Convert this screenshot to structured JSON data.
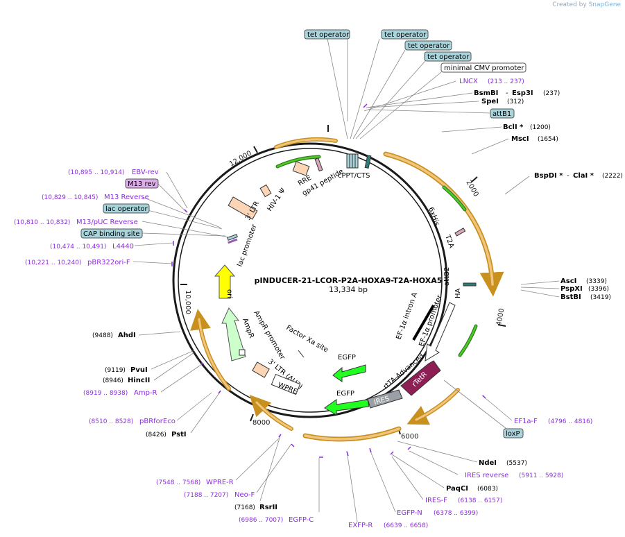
{
  "credit": {
    "prefix": "Created by",
    "brand": "SnapGene"
  },
  "plasmid": {
    "name": "pINDUCER-21-LCOR-P2A-HOXA9-T2A-HOXA5",
    "length": "13,334 bp",
    "total_bp": 13334
  },
  "ticks": [
    "2000",
    "4000",
    "6000",
    "8000",
    "10,000",
    "12,000"
  ],
  "top_labels": [
    {
      "text": "tet operator",
      "style": "blue"
    },
    {
      "text": "tet operator",
      "style": "blue"
    },
    {
      "text": "tet operator",
      "style": "blue"
    },
    {
      "text": "tet operator",
      "style": "blue"
    },
    {
      "text": "minimal CMV promoter",
      "style": "white"
    }
  ],
  "right_labels": [
    {
      "name": "LNCX",
      "range": "(213 .. 237)",
      "kind": "primer"
    },
    {
      "name": "BsmBI",
      "name2": "Esp3I",
      "pos": "(237)",
      "kind": "enzyme"
    },
    {
      "name": "SpeI",
      "pos": "(312)",
      "kind": "enzyme"
    },
    {
      "name": "attB1",
      "kind": "feature"
    },
    {
      "name": "BclI *",
      "pos": "(1200)",
      "kind": "enzyme"
    },
    {
      "name": "MscI",
      "pos": "(1654)",
      "kind": "enzyme"
    },
    {
      "name": "BspDI *",
      "name2": "ClaI *",
      "pos": "(2222)",
      "kind": "enzyme"
    },
    {
      "name": "AscI",
      "pos": "(3339)",
      "kind": "enzyme"
    },
    {
      "name": "PspXI",
      "pos": "(3396)",
      "kind": "enzyme"
    },
    {
      "name": "BstBI",
      "pos": "(3419)",
      "kind": "enzyme"
    },
    {
      "name": "EF1a-F",
      "range": "(4796 .. 4816)",
      "kind": "primer"
    },
    {
      "name": "loxP",
      "kind": "feature"
    }
  ],
  "bottom_labels": [
    {
      "name": "NdeI",
      "pos": "(5537)",
      "kind": "enzyme"
    },
    {
      "name": "IRES reverse",
      "range": "(5911 .. 5928)",
      "kind": "primer"
    },
    {
      "name": "PaqCI",
      "pos": "(6083)",
      "kind": "enzyme"
    },
    {
      "name": "IRES-F",
      "range": "(6138 .. 6157)",
      "kind": "primer"
    },
    {
      "name": "EGFP-N",
      "range": "(6378 .. 6399)",
      "kind": "primer"
    },
    {
      "name": "EXFP-R",
      "range": "(6639 .. 6658)",
      "kind": "primer"
    },
    {
      "name": "EGFP-C",
      "range": "(6986 .. 7007)",
      "kind": "primer"
    },
    {
      "name": "RsrII",
      "pos": "(7168)",
      "kind": "enzyme"
    },
    {
      "name": "Neo-F",
      "range": "(7188 .. 7207)",
      "kind": "primer"
    },
    {
      "name": "WPRE-R",
      "range": "(7548 .. 7568)",
      "kind": "primer"
    }
  ],
  "left_labels": [
    {
      "name": "PstI",
      "pos": "(8426)",
      "kind": "enzyme"
    },
    {
      "name": "pBRforEco",
      "range": "(8510 .. 8528)",
      "kind": "primer"
    },
    {
      "name": "Amp-R",
      "range": "(8919 .. 8938)",
      "kind": "primer"
    },
    {
      "name": "HincII",
      "pos": "(8946)",
      "kind": "enzyme"
    },
    {
      "name": "PvuI",
      "pos": "(9119)",
      "kind": "enzyme"
    },
    {
      "name": "AhdI",
      "pos": "(9488)",
      "kind": "enzyme"
    },
    {
      "name": "pBR322ori-F",
      "range": "(10,221 .. 10,240)",
      "kind": "primer"
    },
    {
      "name": "L4440",
      "range": "(10,474 .. 10,491)",
      "kind": "primer"
    },
    {
      "name": "CAP binding site",
      "kind": "feature"
    },
    {
      "name": "M13/pUC Reverse",
      "range": "(10,810 .. 10,832)",
      "kind": "primer"
    },
    {
      "name": "lac operator",
      "kind": "feature"
    },
    {
      "name": "M13 Reverse",
      "range": "(10,829 .. 10,845)",
      "kind": "primer"
    },
    {
      "name": "M13 rev",
      "kind": "feature-purple"
    },
    {
      "name": "EBV-rev",
      "range": "(10,895 .. 10,914)",
      "kind": "primer"
    }
  ],
  "inner_labels": {
    "cppt": "cPPT/CTS",
    "rre": "RRE",
    "gp41": "gp41 peptide",
    "hiv": "HIV-1 Ψ",
    "ltr3": "3' LTR",
    "lacprom": "lac promoter",
    "ori": "ori",
    "ampr": "AmpR",
    "ampr_prom": "AmpR promoter",
    "ltr3d": "3' LTR (ΔU3)",
    "wpre": "WPRE",
    "xa": "Factor Xa site",
    "egfp1": "EGFP",
    "egfp2": "EGFP",
    "ires": "IRES",
    "rtta": "rtTA-Advanced",
    "rtetr": "rTetR",
    "ef1a_prom": "EF-1α promoter",
    "ef1a_intron": "EF-1α intron A",
    "ha": "HA",
    "attb2": "attB2",
    "t2a": "T2A",
    "his": "6xHis"
  },
  "colors": {
    "backbone": "#1a1a1a",
    "orf_arrow": "#f2c57c",
    "orf_arrow_edge": "#c8901f",
    "feature_blue_bg": "#a9d4dc",
    "primer": "#8c2be2",
    "ori": "#ffff00",
    "egfp": "#21ff21",
    "ampr": "#ccffcc",
    "ires": "#9aa0a6",
    "rtetr": "#8e1f55",
    "ltr": "#fbd5b5",
    "m13_purple": "#dcaee8"
  }
}
